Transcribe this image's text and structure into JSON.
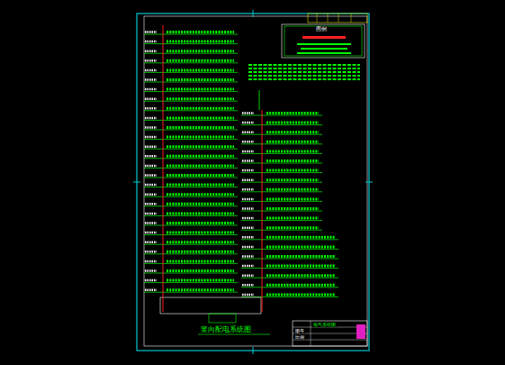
{
  "diagram": {
    "caption": "竖向配电系统图",
    "labels": [
      "图例",
      "电气系统图",
      "图号",
      "比例"
    ]
  }
}
